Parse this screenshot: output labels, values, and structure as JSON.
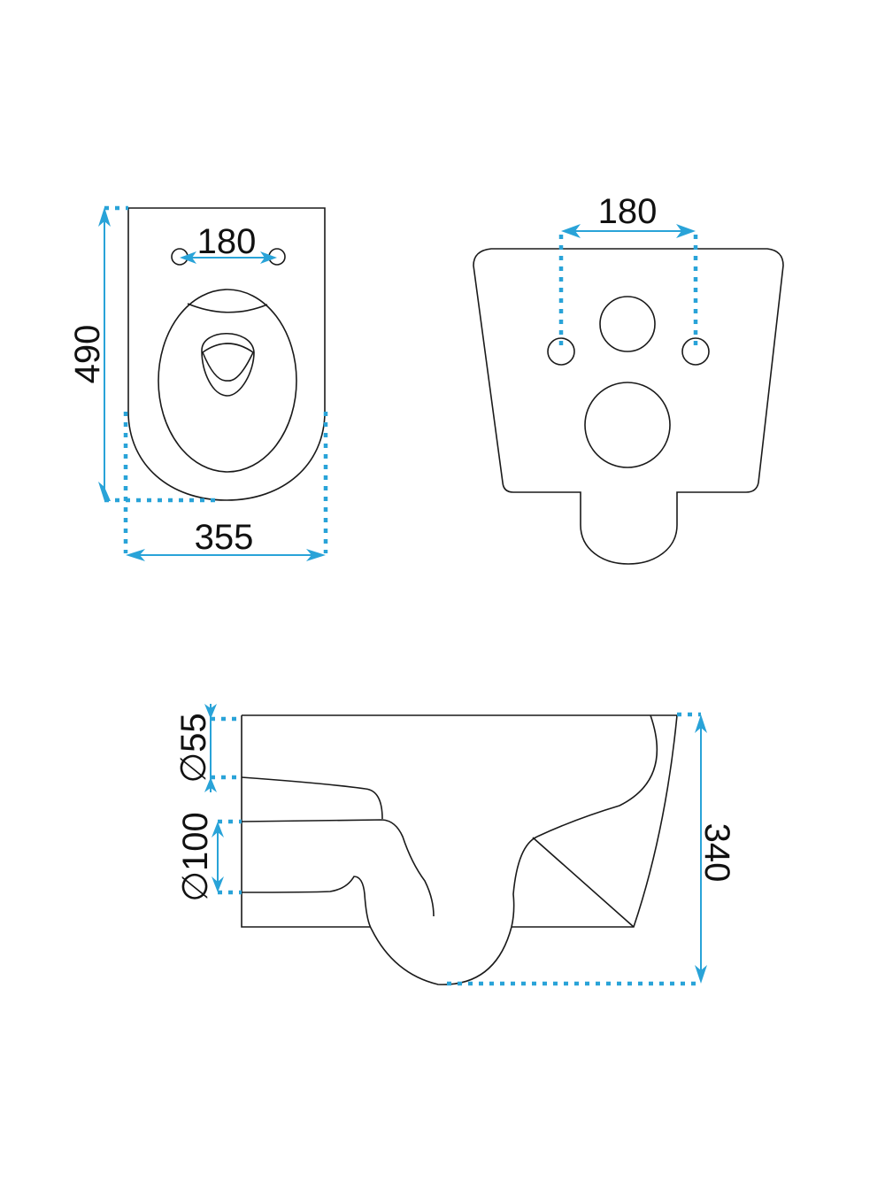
{
  "drawing": {
    "top_view": {
      "length_label": "490",
      "width_label": "355",
      "fixing_holes_label": "180"
    },
    "rear_view": {
      "fixing_holes_label": "180"
    },
    "side_view": {
      "inlet_label": "∅55",
      "outlet_label": "∅100",
      "height_label": "340"
    },
    "colors": {
      "dimension": "#29a3d8",
      "outline": "#1a1a1a"
    }
  }
}
